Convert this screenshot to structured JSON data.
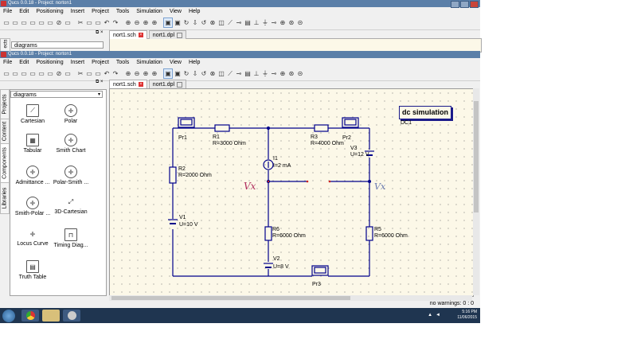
{
  "window_title": "Qucs 0.0.18 - Project: norton1",
  "menu": [
    "File",
    "Edit",
    "Positioning",
    "Insert",
    "Project",
    "Tools",
    "Simulation",
    "View",
    "Help"
  ],
  "tabs": [
    {
      "label": "nort1.sch"
    },
    {
      "label": "nort1.dpl"
    }
  ],
  "side_tabs": [
    "Projects",
    "Content",
    "Components",
    "Libraries"
  ],
  "top_side_tab": "ects",
  "dropdown_value": "diagrams",
  "components": [
    {
      "label": "Cartesian",
      "icon": "cartesian-icon"
    },
    {
      "label": "Polar",
      "icon": "polar-icon"
    },
    {
      "label": "Tabular",
      "icon": "tabular-icon"
    },
    {
      "label": "Smith Chart",
      "icon": "smith-chart-icon"
    },
    {
      "label": "Admittance ...",
      "icon": "admittance-icon"
    },
    {
      "label": "Polar-Smith ...",
      "icon": "polar-smith-icon"
    },
    {
      "label": "Smith-Polar ...",
      "icon": "smith-polar-icon"
    },
    {
      "label": "3D-Cartesian",
      "icon": "3d-cartesian-icon"
    },
    {
      "label": "Locus Curve",
      "icon": "locus-curve-icon"
    },
    {
      "label": "Timing Diag...",
      "icon": "timing-diagram-icon"
    },
    {
      "label": "Truth Table",
      "icon": "truth-table-icon"
    }
  ],
  "schematic": {
    "simulation_title": "dc simulation",
    "simulation_name": "DC1",
    "pr1": "Pr1",
    "pr2": "Pr2",
    "pr3": "Pr3",
    "r1_name": "R1",
    "r1_value": "R=3000 Ohm",
    "r2_name": "R2",
    "r2_value": "R=2000 Ohm",
    "r3_name": "R3",
    "r3_value": "R=4000 Ohm",
    "r5_name": "R5",
    "r5_value": "R=6000 Ohm",
    "r6_name": "R6",
    "r6_value": "R=6000 Ohm",
    "i1_name": "I1",
    "i1_value": "I=2 mA",
    "v1_name": "V1",
    "v1_value": "U=10 V",
    "v2_name": "V2",
    "v2_value": "U=8 V",
    "v3_name": "V3",
    "v3_value": "U=12 V",
    "hand_note_left": "Vx",
    "hand_note_right": "Vx"
  },
  "status": "no warnings: 0 : 0",
  "clock_time": "5:16 PM",
  "clock_date": "11/06/2015",
  "colors": {
    "wire": "#00008b",
    "canvas": "#fcf8e8",
    "handwriting": "#b03060"
  }
}
